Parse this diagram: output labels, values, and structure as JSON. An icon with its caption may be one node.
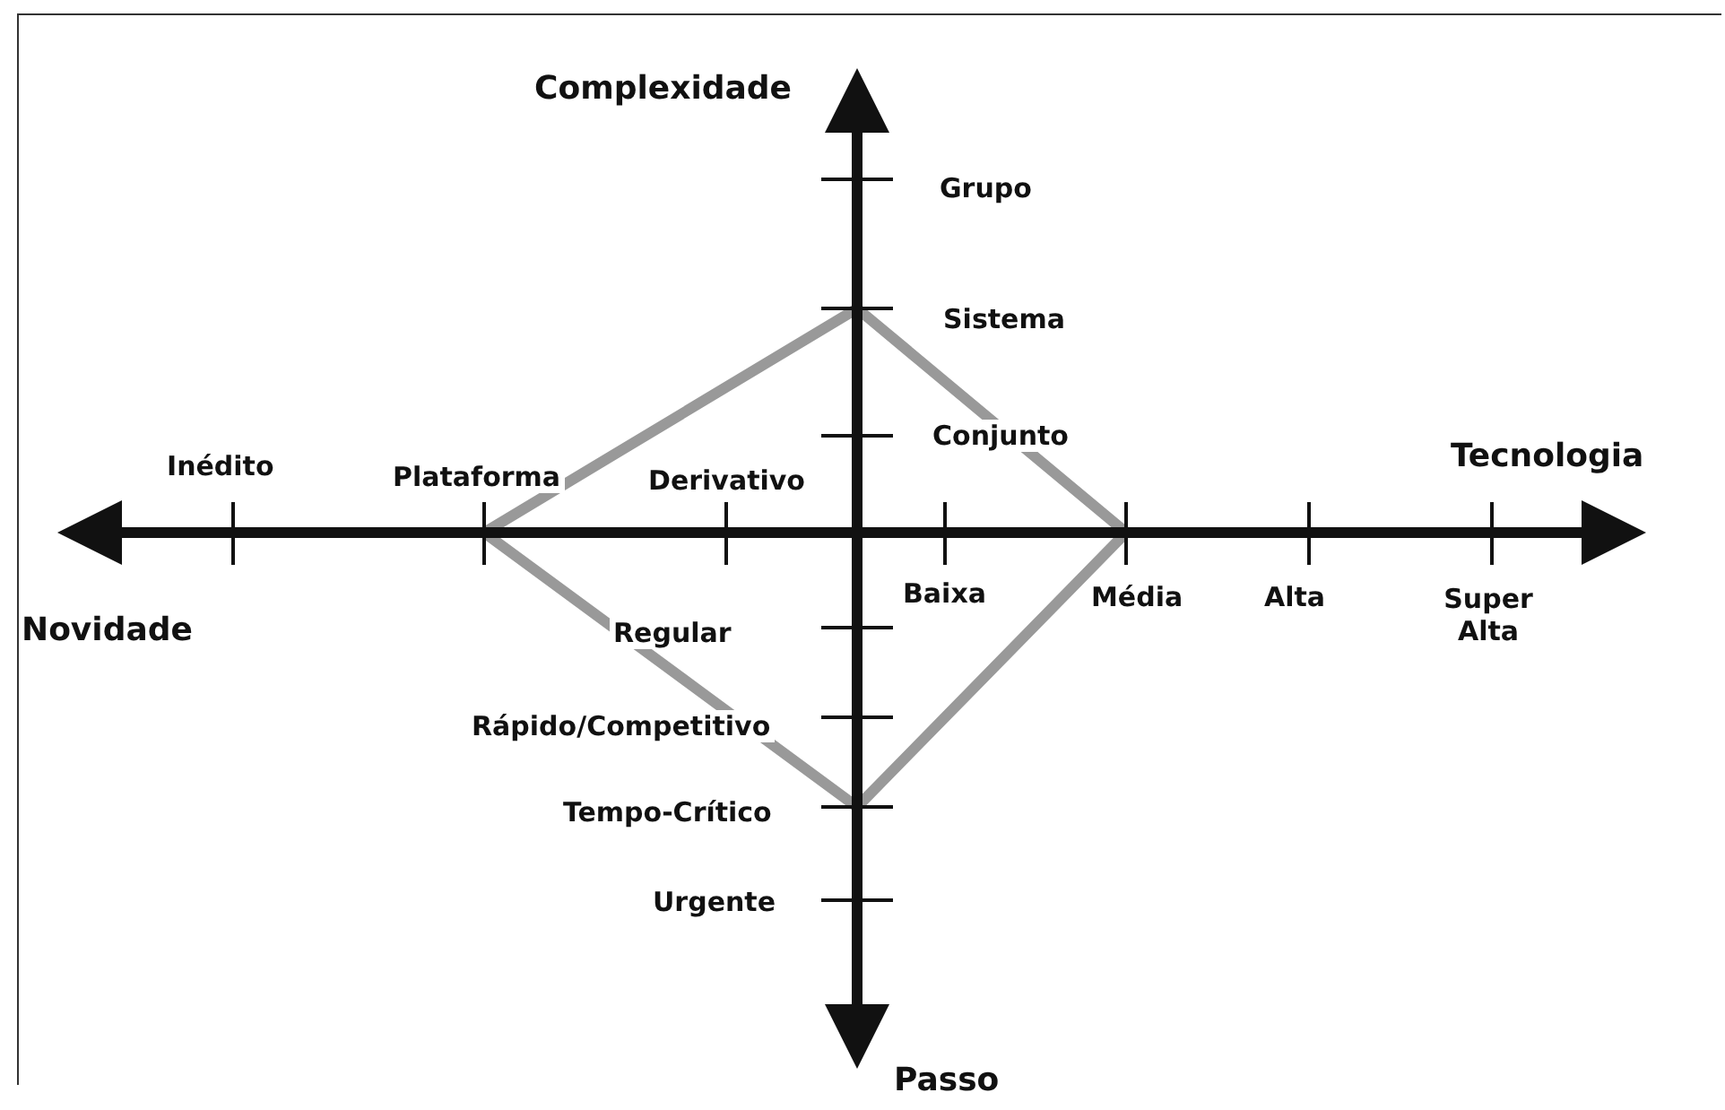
{
  "diagram": {
    "labels": [
      "Complexidade",
      "Grupo",
      "Sistema",
      "Conjunto",
      "Inédito",
      "Plataforma",
      "Derivativo",
      "Tecnologia",
      "Novidade",
      "Baixa",
      "Média",
      "Alta",
      "Super Alta",
      "Regular",
      "Rápido/Competitivo",
      "Tempo-Crítico",
      "Urgente",
      "Passo"
    ]
  }
}
